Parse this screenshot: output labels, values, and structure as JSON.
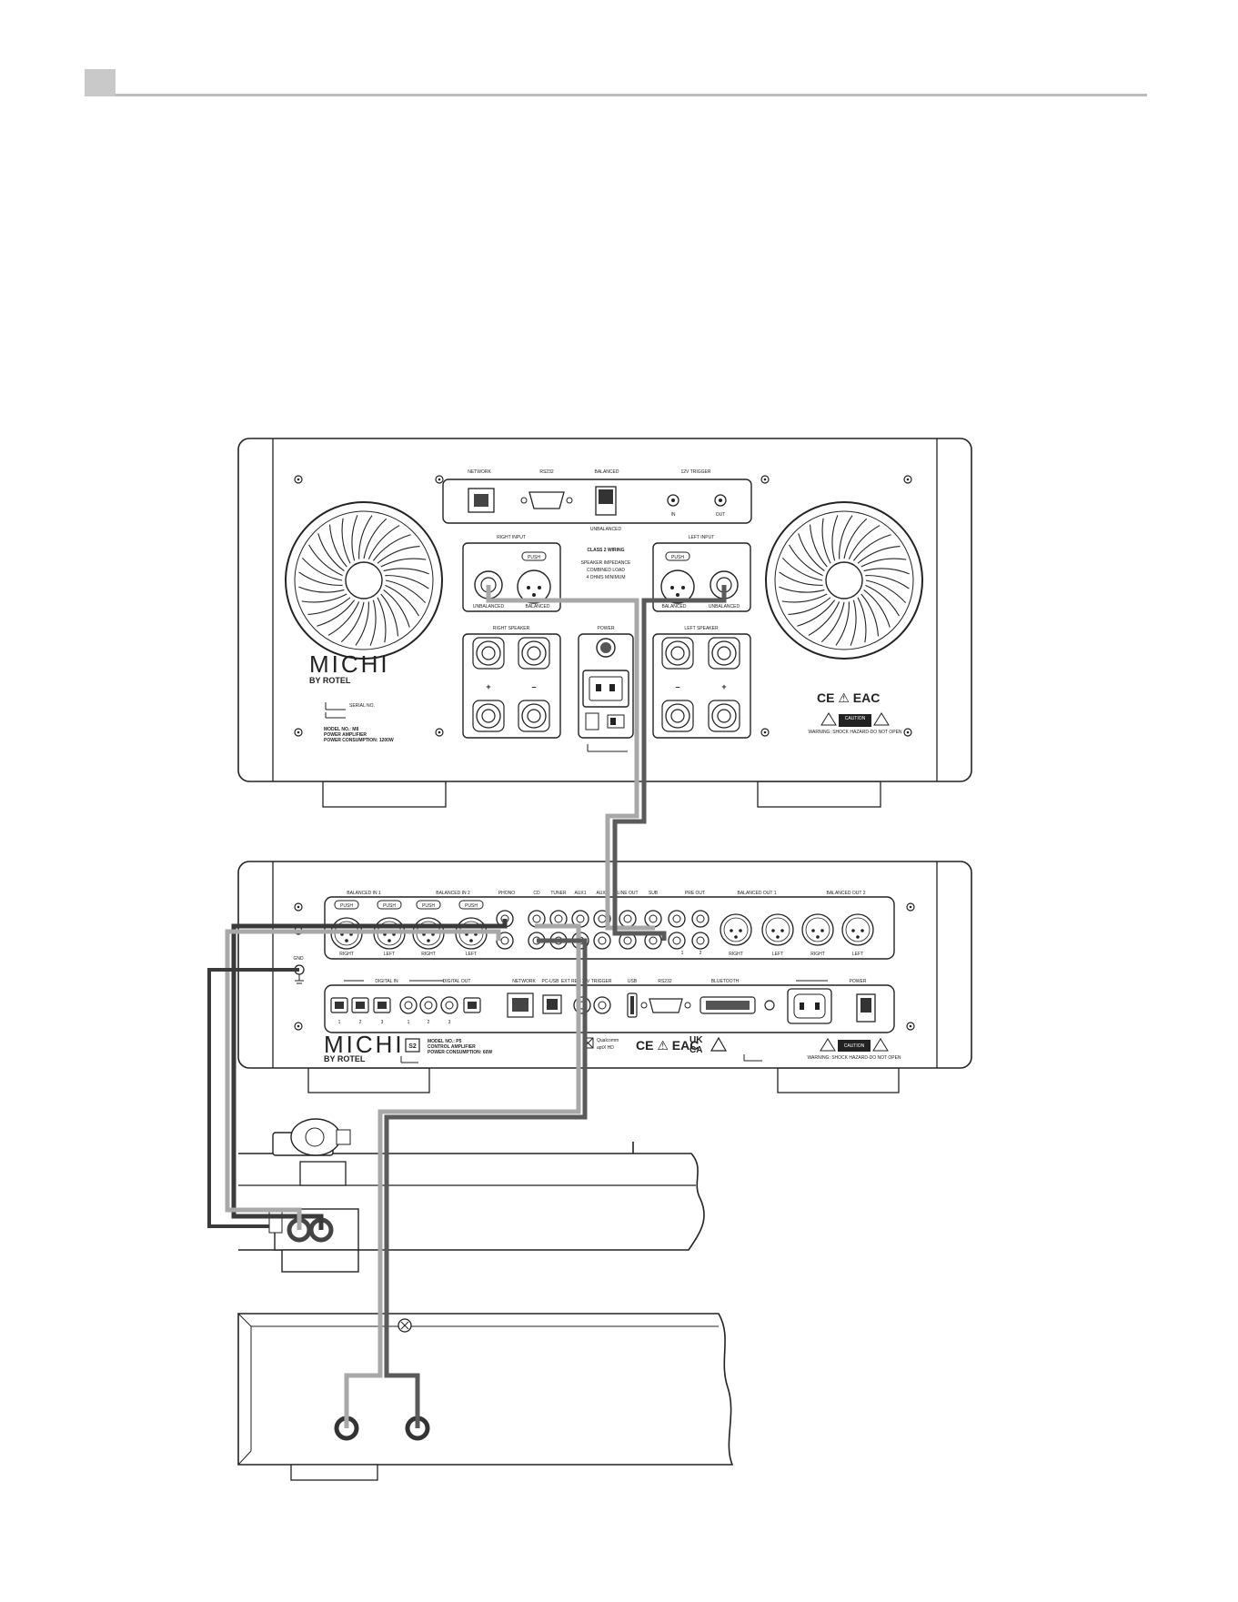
{
  "colors": {
    "line": "#222222",
    "header_bar": "#bdbdbd",
    "cable_dark": "#3a3a3a",
    "cable_mid": "#6e6e6e",
    "cable_light": "#a8a8a8"
  },
  "power_amp": {
    "brand": "MICHI",
    "brand_by": "BY ROTEL",
    "top_labels": [
      "NETWORK",
      "RS232",
      "BALANCED",
      "12V TRIGGER"
    ],
    "trigger_labels": [
      "IN",
      "OUT"
    ],
    "switch_label": "UNBALANCED",
    "right_input_label": "RIGHT INPUT",
    "left_input_label": "LEFT INPUT",
    "push_label": "PUSH",
    "unbalanced_label": "UNBALANCED",
    "balanced_label": "BALANCED",
    "class_label": "CLASS 2 WIRING",
    "impedance_lines": [
      "SPEAKER IMPEDANCE",
      "COMBINED LOAD",
      "4 OHMS MINIMUM"
    ],
    "right_speaker_label": "RIGHT SPEAKER",
    "left_speaker_label": "LEFT SPEAKER",
    "power_label": "POWER",
    "plus": "+",
    "minus": "–",
    "serial_label": "SERIAL NO.",
    "model_lines": [
      "MODEL NO.: M8",
      "POWER AMPLIFIER",
      "POWER CONSUMPTION: 1200W"
    ],
    "cert_marks": "CE ⚠ EAC",
    "caution_title": "CAUTION",
    "warning_text": "WARNING: SHOCK HAZARD-DO NOT OPEN"
  },
  "preamp": {
    "brand": "MICHI",
    "brand_by": "BY ROTEL",
    "model_badge": "S2",
    "top_labels": [
      "BALANCED IN 1",
      "BALANCED IN 2",
      "PHONO",
      "CD",
      "TUNER",
      "AUX1",
      "AUX2",
      "LINE OUT",
      "SUB",
      "PRE OUT",
      "BALANCED OUT 1",
      "BALANCED OUT 2"
    ],
    "xlr_bottom_labels": [
      "RIGHT",
      "LEFT",
      "RIGHT",
      "LEFT"
    ],
    "out_bottom_labels": [
      "RIGHT",
      "LEFT",
      "RIGHT",
      "LEFT"
    ],
    "pre_out_numbers": [
      "1",
      "2"
    ],
    "push_label": "PUSH",
    "gnd_label": "GND",
    "digital_labels": [
      "DIGITAL IN",
      "DIGITAL OUT",
      "NETWORK",
      "PC-USB",
      "EXT REM",
      "12V TRIGGER",
      "USB",
      "RS232",
      "BLUETOOTH",
      "POWER"
    ],
    "digital_numbers": [
      "1",
      "2",
      "3",
      "1",
      "2",
      "3"
    ],
    "model_lines": [
      "MODEL NO.: P5",
      "CONTROL AMPLIFIER",
      "POWER CONSUMPTION: 60W"
    ],
    "qualcomm_lines": [
      "Qualcomm",
      "aptX HD"
    ],
    "cert_marks": "CE ⚠ EAC",
    "ukca": [
      "UK",
      "CA"
    ],
    "caution_title": "CAUTION",
    "warning_text": "WARNING: SHOCK HAZARD-DO NOT OPEN"
  }
}
